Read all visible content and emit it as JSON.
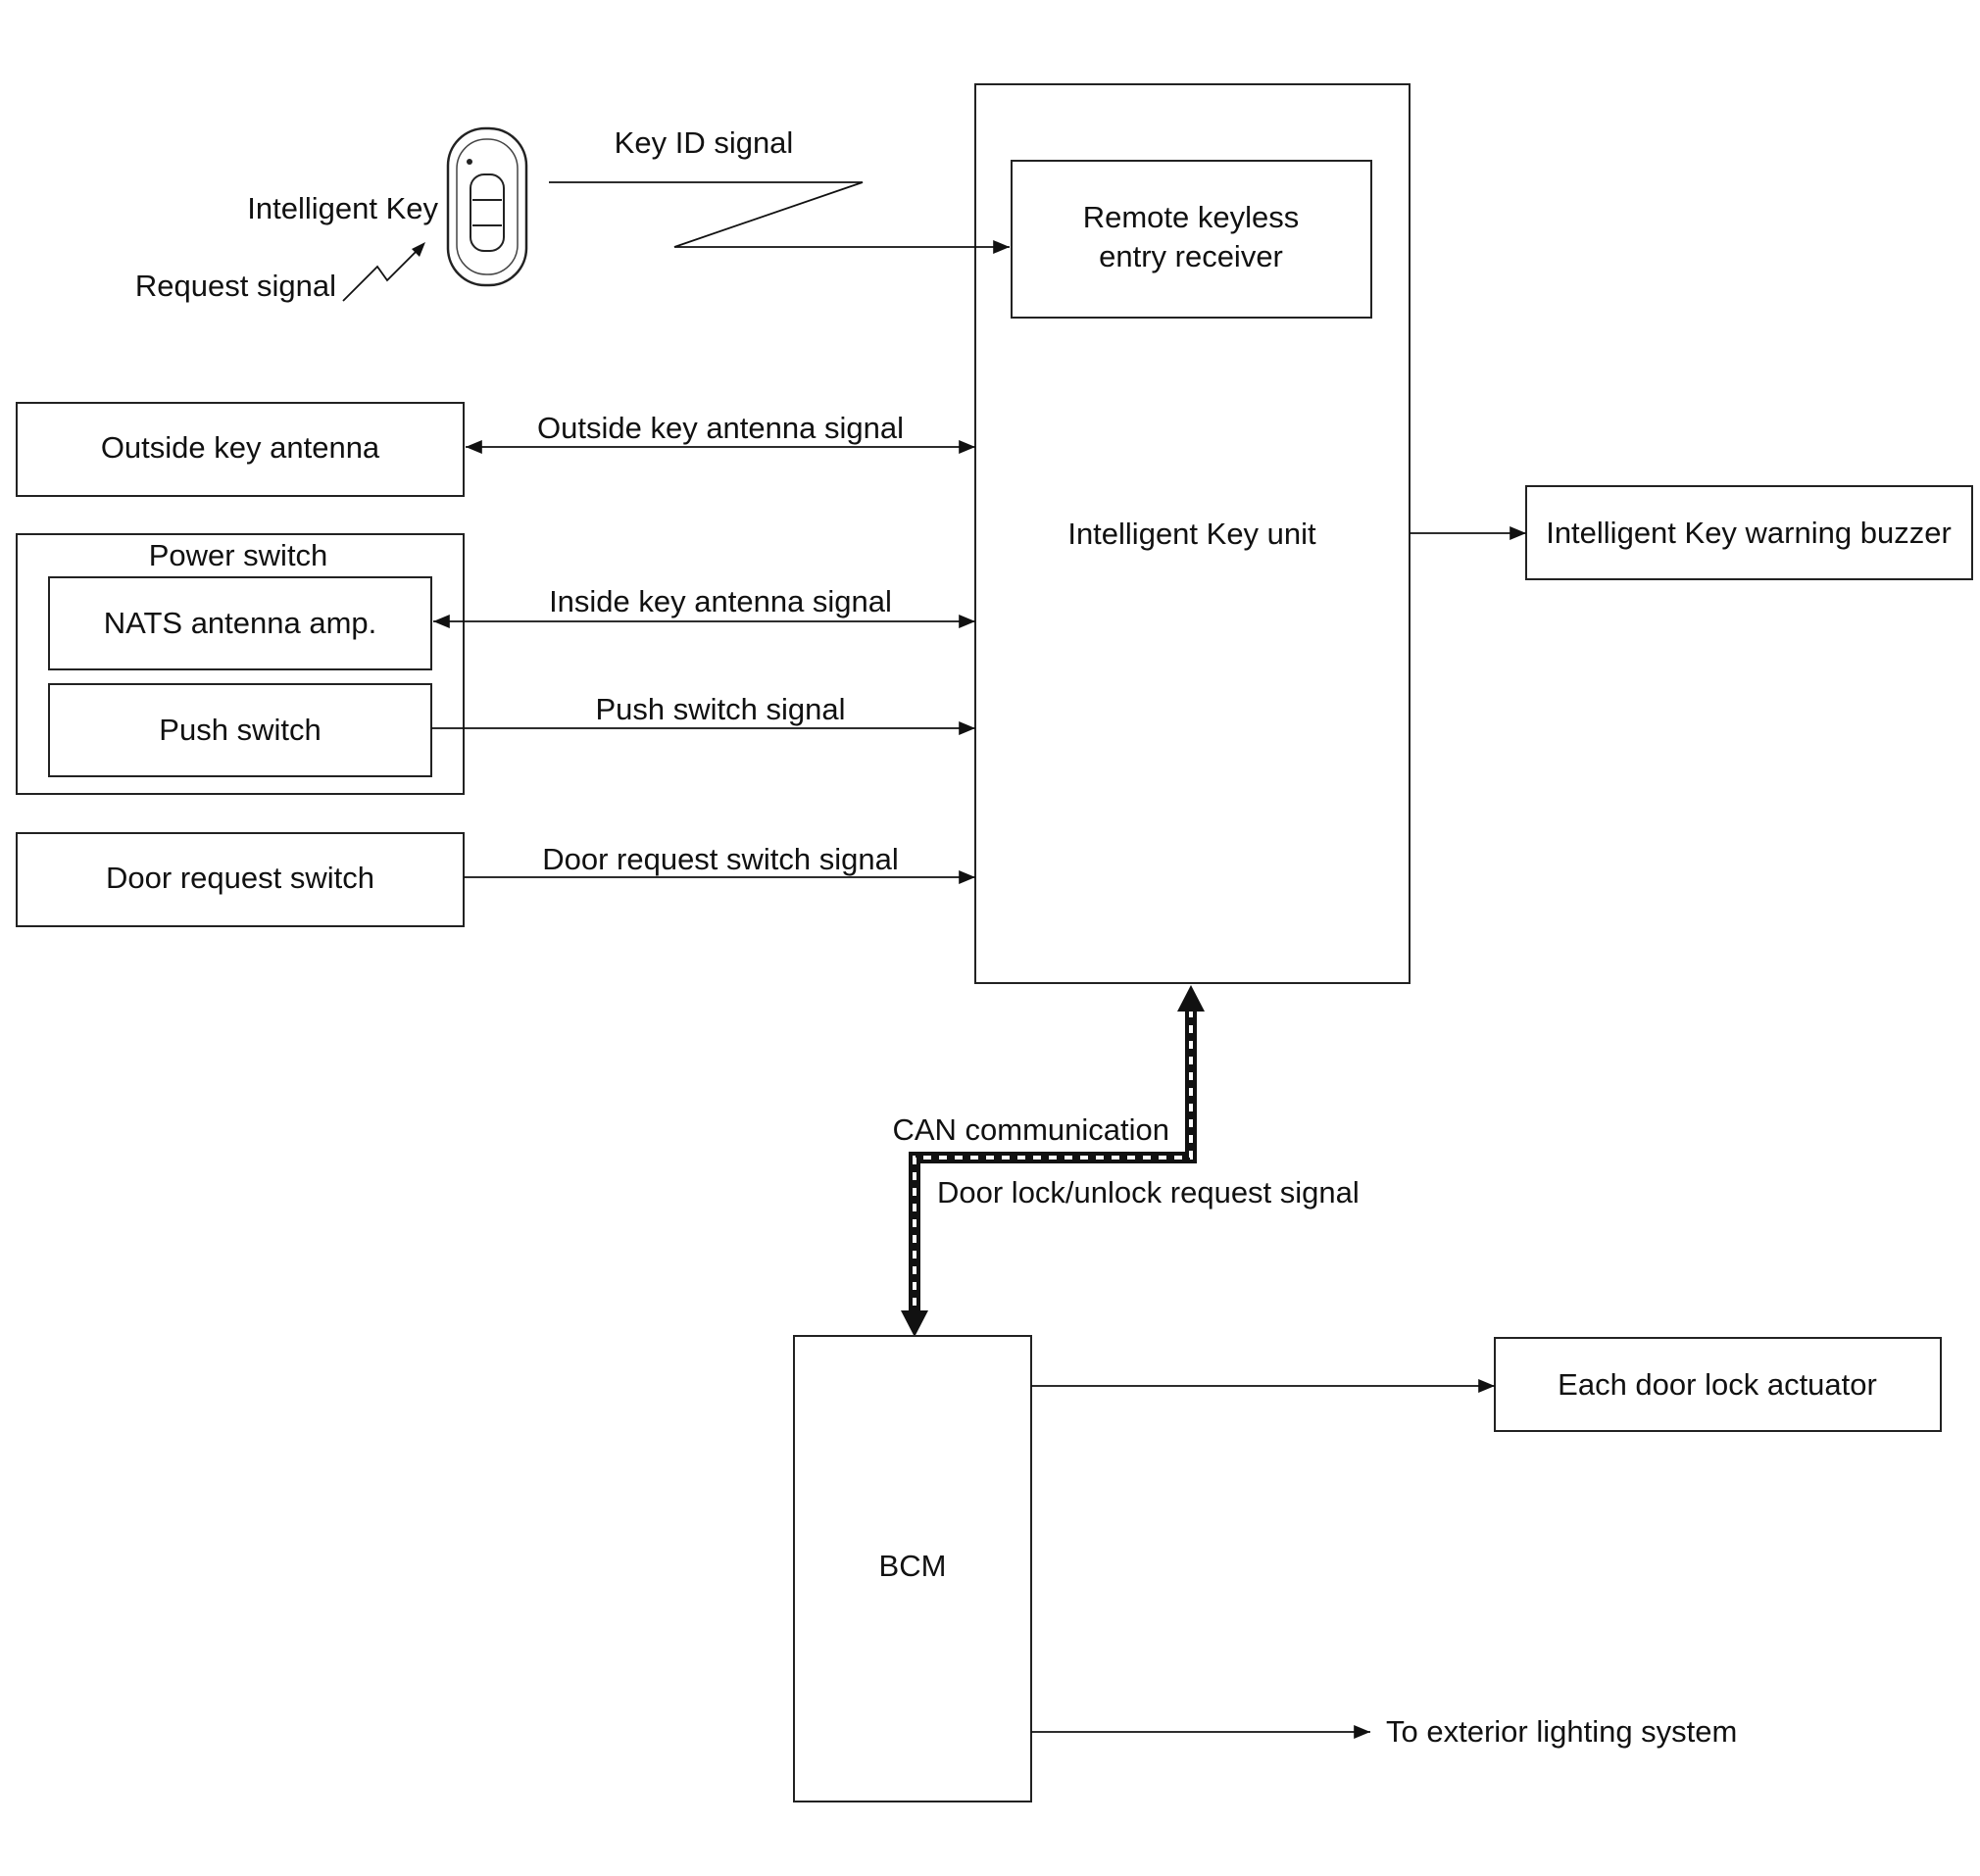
{
  "blocks": {
    "intelligent_key_unit": "Intelligent Key unit",
    "remote_receiver_line1": "Remote keyless",
    "remote_receiver_line2": "entry receiver",
    "outside_key_antenna": "Outside key antenna",
    "power_switch": "Power switch",
    "nats_antenna_amp": "NATS antenna amp.",
    "push_switch": "Push switch",
    "door_request_switch": "Door request switch",
    "warning_buzzer": "Intelligent Key warning buzzer",
    "bcm": "BCM",
    "door_lock_actuator": "Each door lock actuator"
  },
  "labels": {
    "intelligent_key": "Intelligent Key",
    "request_signal": "Request signal",
    "key_id_signal": "Key ID signal",
    "outside_key_antenna_signal": "Outside key antenna signal",
    "inside_key_antenna_signal": "Inside key antenna signal",
    "push_switch_signal": "Push switch signal",
    "door_request_switch_signal": "Door request switch signal",
    "can_communication": "CAN communication",
    "door_lock_request_signal": "Door lock/unlock request signal",
    "exterior_lighting": "To exterior lighting system"
  },
  "icons": {
    "fob": "key-fob-icon"
  }
}
